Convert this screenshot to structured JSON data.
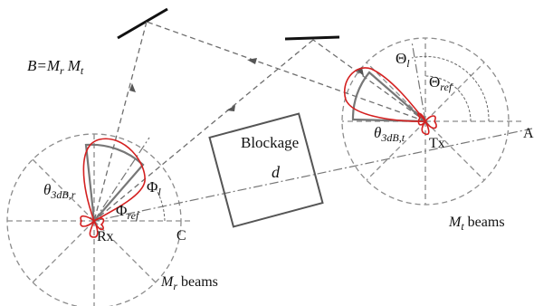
{
  "beamforming_eq": {
    "lhs": "B",
    "equals": "=",
    "mr_main": "M",
    "mr_sub": "r",
    "mt_main": "M",
    "mt_sub": "t"
  },
  "blockage": {
    "label": "Blockage",
    "distance": "d"
  },
  "receiver": {
    "node": "Rx",
    "beams_main": "M",
    "beams_sub": "r",
    "beams_suffix": " beams",
    "theta_main": "θ",
    "theta_sub": "3dB,r",
    "phi_l_main": "Φ",
    "phi_l_sub": "l",
    "phi_ref_main": "Φ",
    "phi_ref_sub": "ref",
    "ref_point": "C"
  },
  "transmitter": {
    "node": "Tx",
    "beams_main": "M",
    "beams_sub": "t",
    "beams_suffix": " beams",
    "theta_main": "θ",
    "theta_sub": "3dB,t",
    "big_theta_l_main": "Θ",
    "big_theta_l_sub": "l",
    "big_theta_ref_main": "Θ",
    "big_theta_ref_sub": "ref",
    "ref_point": "A"
  },
  "colors": {
    "circle": "#8c8c8c",
    "path": "#6e6e6e",
    "reflector": "#111111",
    "beam_outline": "#777777",
    "pattern": "#d42020",
    "box": "#555555"
  }
}
